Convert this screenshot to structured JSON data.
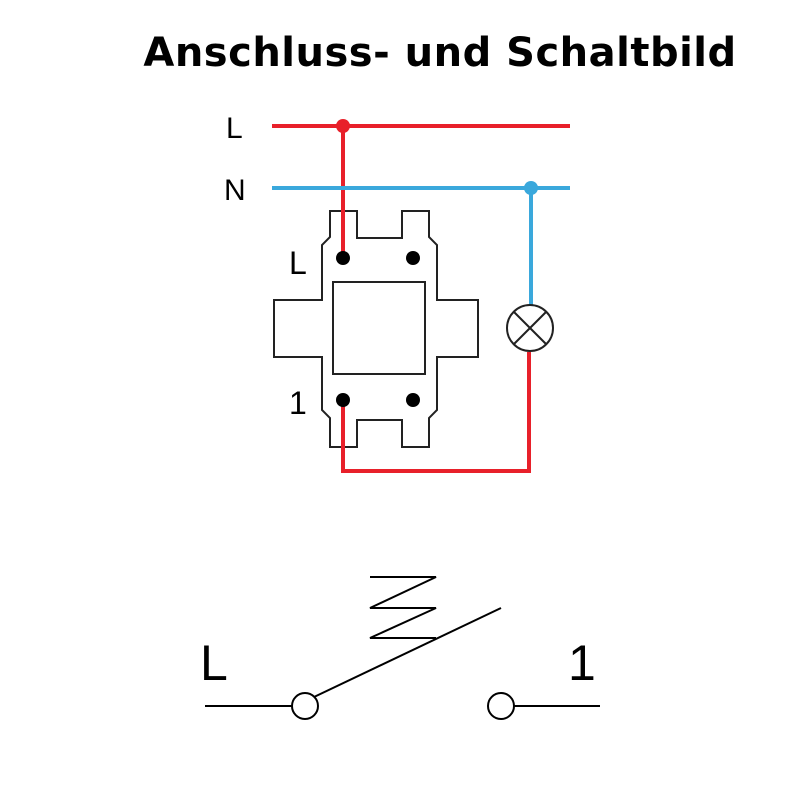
{
  "title": "Anschluss- und Schaltbild",
  "wiring": {
    "line_label": "L",
    "neutral_label": "N",
    "terminal_l_label": "L",
    "terminal_1_label": "1",
    "colors": {
      "phase": "#e8202a",
      "neutral": "#3aa8dc",
      "outline": "#222222"
    }
  },
  "schematic": {
    "left_label": "L",
    "right_label": "1"
  }
}
